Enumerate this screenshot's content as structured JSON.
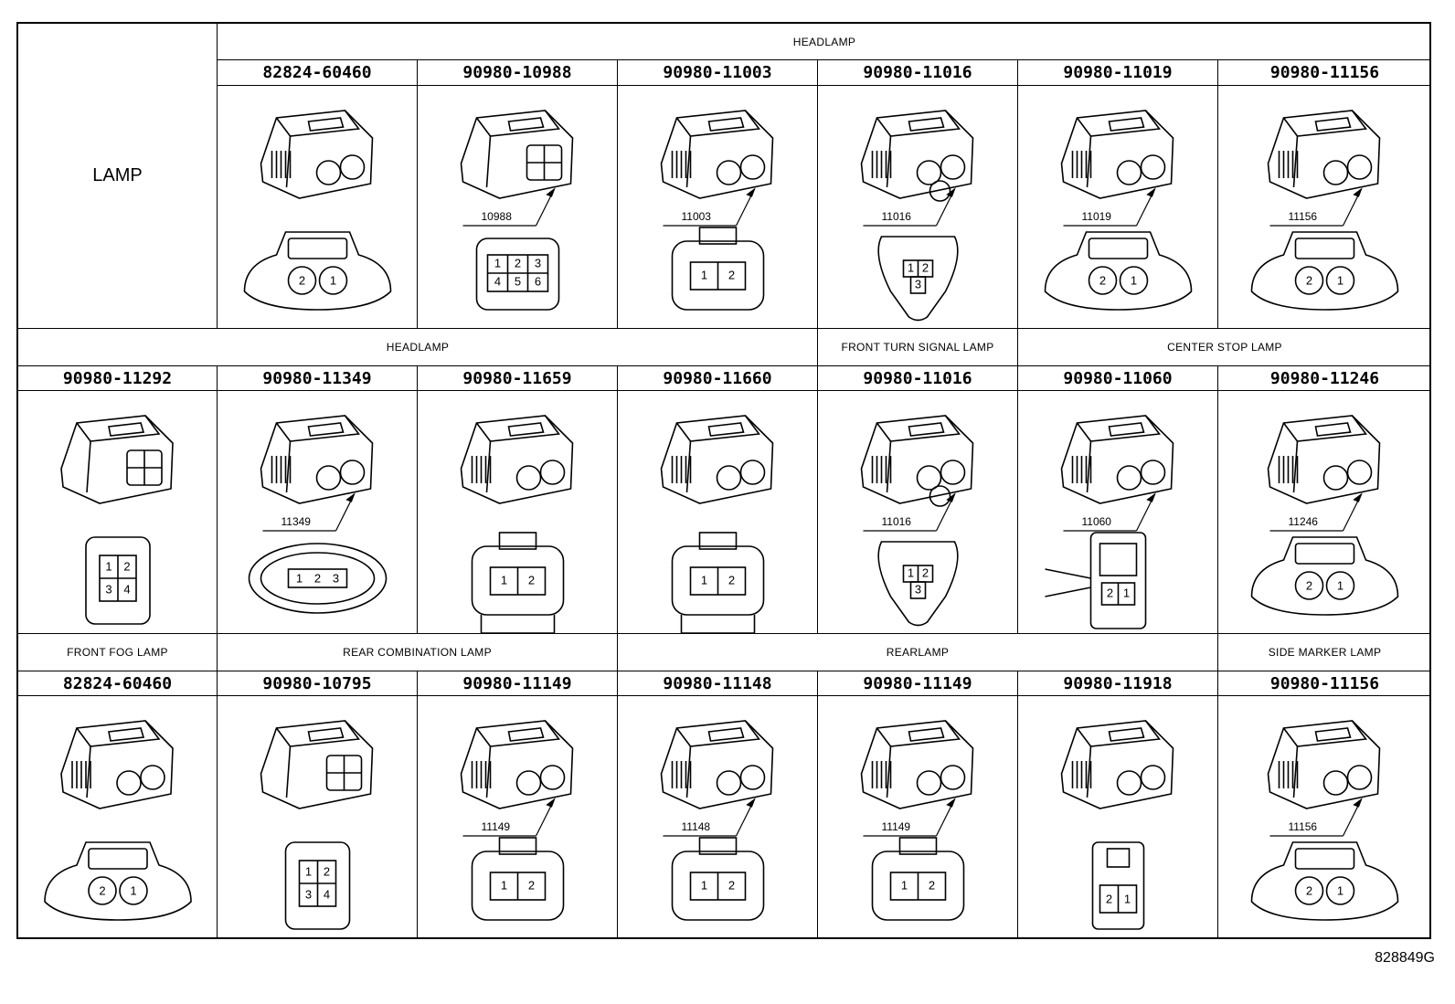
{
  "table": {
    "corner_label": "LAMP",
    "figure_code": "828849G",
    "rows": [
      {
        "groups": [
          {
            "label": "HEADLAMP",
            "span": 6
          }
        ],
        "parts": [
          {
            "part_number": "82824-60460",
            "callout": "",
            "pins": [
              "2",
              "1"
            ],
            "style": "oval2"
          },
          {
            "part_number": "90980-10988",
            "callout": "10988",
            "pins": [
              "1",
              "2",
              "3",
              "4",
              "5",
              "6"
            ],
            "style": "grid6"
          },
          {
            "part_number": "90980-11003",
            "callout": "11003",
            "pins": [
              "1",
              "2"
            ],
            "style": "rect2"
          },
          {
            "part_number": "90980-11016",
            "callout": "11016",
            "pins": [
              "1",
              "2",
              "3"
            ],
            "style": "tri3"
          },
          {
            "part_number": "90980-11019",
            "callout": "11019",
            "pins": [
              "2",
              "1"
            ],
            "style": "round2"
          },
          {
            "part_number": "90980-11156",
            "callout": "11156",
            "pins": [
              "2",
              "1"
            ],
            "style": "round2b"
          }
        ]
      },
      {
        "groups": [
          {
            "label": "HEADLAMP",
            "span": 4
          },
          {
            "label": "FRONT TURN SIGNAL LAMP",
            "span": 1
          },
          {
            "label": "CENTER STOP LAMP",
            "span": 2
          }
        ],
        "parts": [
          {
            "part_number": "90980-11292",
            "callout": "",
            "pins": [
              "1",
              "2",
              "3",
              "4"
            ],
            "style": "quad4"
          },
          {
            "part_number": "90980-11349",
            "callout": "11349",
            "pins": [
              "1",
              "2",
              "3"
            ],
            "style": "oval3"
          },
          {
            "part_number": "90980-11659",
            "callout": "",
            "pins": [
              "1",
              "2"
            ],
            "style": "clip2"
          },
          {
            "part_number": "90980-11660",
            "callout": "",
            "pins": [
              "1",
              "2"
            ],
            "style": "clip2"
          },
          {
            "part_number": "90980-11016",
            "callout": "11016",
            "pins": [
              "1",
              "2",
              "3"
            ],
            "style": "tri3"
          },
          {
            "part_number": "90980-11060",
            "callout": "11060",
            "pins": [
              "2",
              "1"
            ],
            "style": "cross2"
          },
          {
            "part_number": "90980-11246",
            "callout": "11246",
            "pins": [
              "2",
              "1"
            ],
            "style": "side2"
          }
        ]
      },
      {
        "groups": [
          {
            "label": "FRONT FOG LAMP",
            "span": 1
          },
          {
            "label": "REAR COMBINATION LAMP",
            "span": 2
          },
          {
            "label": "REARLAMP",
            "span": 3
          },
          {
            "label": "SIDE MARKER LAMP",
            "span": 1
          }
        ],
        "parts": [
          {
            "part_number": "82824-60460",
            "callout": "",
            "pins": [
              "2",
              "1"
            ],
            "style": "oval2"
          },
          {
            "part_number": "90980-10795",
            "callout": "",
            "pins": [
              "1",
              "2",
              "3",
              "4"
            ],
            "style": "block4"
          },
          {
            "part_number": "90980-11149",
            "callout": "11149",
            "pins": [
              "1",
              "2"
            ],
            "style": "rect2b"
          },
          {
            "part_number": "90980-11148",
            "callout": "11148",
            "pins": [
              "1",
              "2"
            ],
            "style": "wide2"
          },
          {
            "part_number": "90980-11149",
            "callout": "11149",
            "pins": [
              "1",
              "2"
            ],
            "style": "rect2b"
          },
          {
            "part_number": "90980-11918",
            "callout": "",
            "pins": [
              "2",
              "1"
            ],
            "style": "tall2"
          },
          {
            "part_number": "90980-11156",
            "callout": "11156",
            "pins": [
              "2",
              "1"
            ],
            "style": "round2b"
          }
        ]
      }
    ]
  }
}
